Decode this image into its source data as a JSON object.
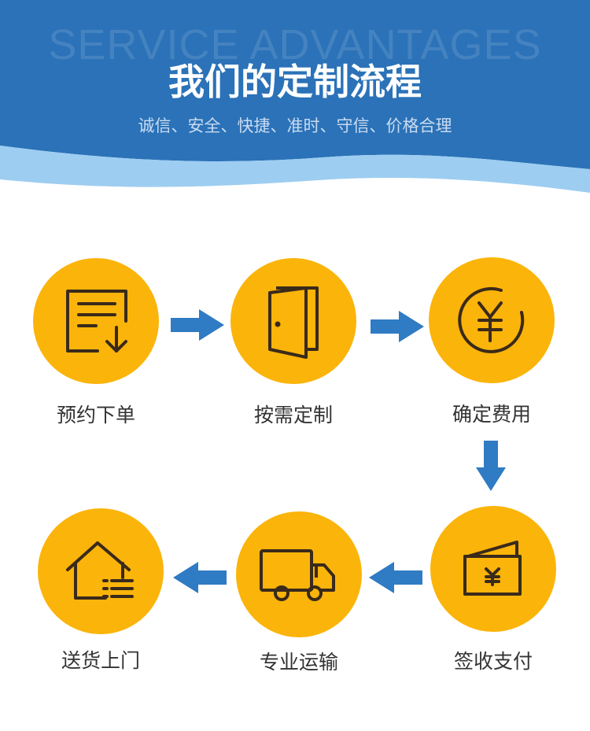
{
  "header": {
    "bg_text": "SERVICE ADVANTAGES",
    "title": "我们的定制流程",
    "subtitle": "诚信、安全、快捷、准时、守信、价格合理"
  },
  "steps": [
    {
      "label": "预约下单",
      "icon": "document-download-icon"
    },
    {
      "label": "按需定制",
      "icon": "door-icon"
    },
    {
      "label": "确定费用",
      "icon": "yuan-coin-icon"
    },
    {
      "label": "签收支付",
      "icon": "wallet-icon"
    },
    {
      "label": "专业运输",
      "icon": "truck-icon"
    },
    {
      "label": "送货上门",
      "icon": "house-icon"
    }
  ],
  "colors": {
    "header_blue": "#2b72b8",
    "wave_light": "#9dcdf1",
    "circle_orange": "#fbb40a",
    "arrow_blue": "#2f7bc4",
    "icon_stroke": "#3a2a1a",
    "label_text": "#333333"
  }
}
